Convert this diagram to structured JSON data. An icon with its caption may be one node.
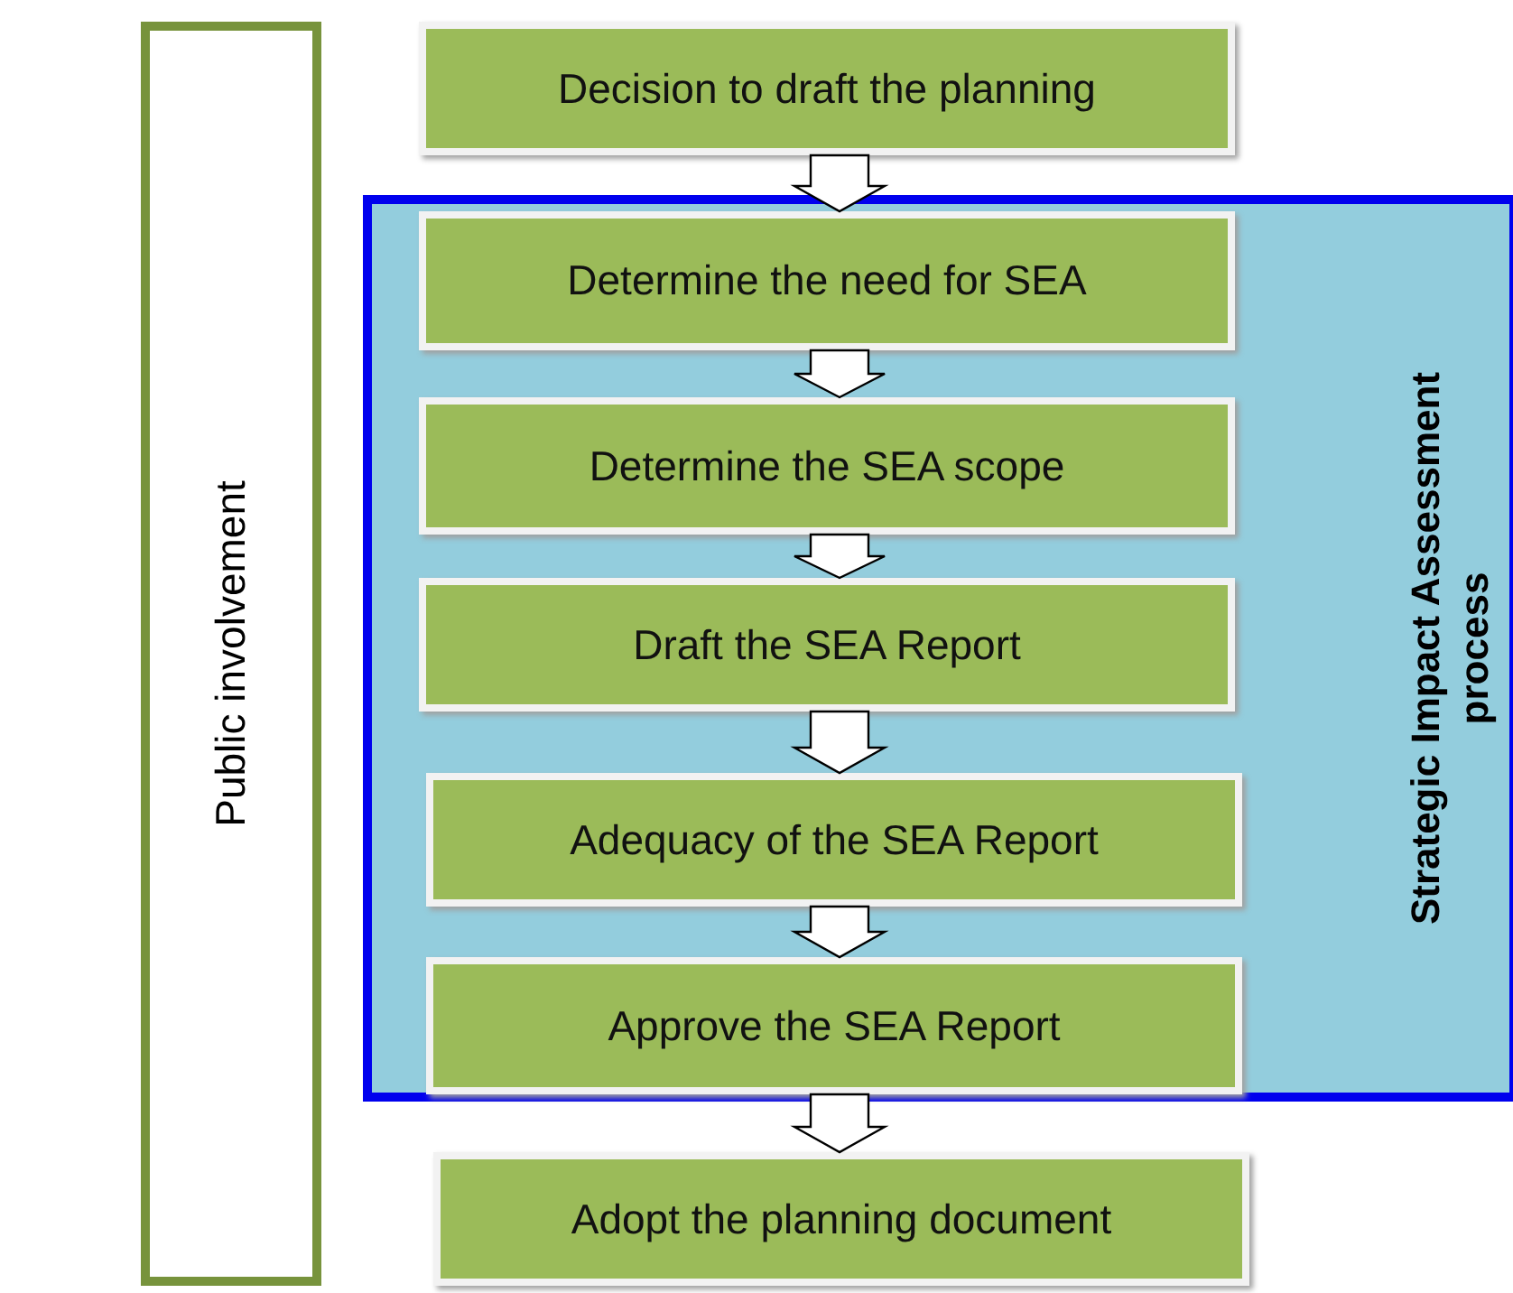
{
  "diagram": {
    "nodes": [
      {
        "text": [
          "Public involvement"
        ]
      },
      {
        "text": [
          "Strategic Impact Assessment process"
        ]
      },
      {
        "text": [
          "Decision to draft the planning"
        ]
      },
      {
        "text": [
          "Determine the need for SEA"
        ],
        "in": 1
      },
      {
        "text": [
          "Determine the SEA scope"
        ],
        "in": 1
      },
      {
        "text": [
          "Draft the SEA Report"
        ],
        "in": 1
      },
      {
        "text": [
          "Adequacy of the SEA Report"
        ],
        "in": 1
      },
      {
        "text": [
          "Approve the SEA Report"
        ],
        "in": 1
      },
      {
        "text": [
          "Adopt the planning document"
        ]
      }
    ],
    "edges": [
      {
        "from": 2,
        "to": 3,
        "arrow": "to"
      },
      {
        "from": 3,
        "to": 4,
        "arrow": "to"
      },
      {
        "from": 4,
        "to": 5,
        "arrow": "to"
      },
      {
        "from": 5,
        "to": 6,
        "arrow": "to"
      },
      {
        "from": 6,
        "to": 7,
        "arrow": "to"
      },
      {
        "from": 7,
        "to": 8,
        "arrow": "to"
      }
    ]
  }
}
